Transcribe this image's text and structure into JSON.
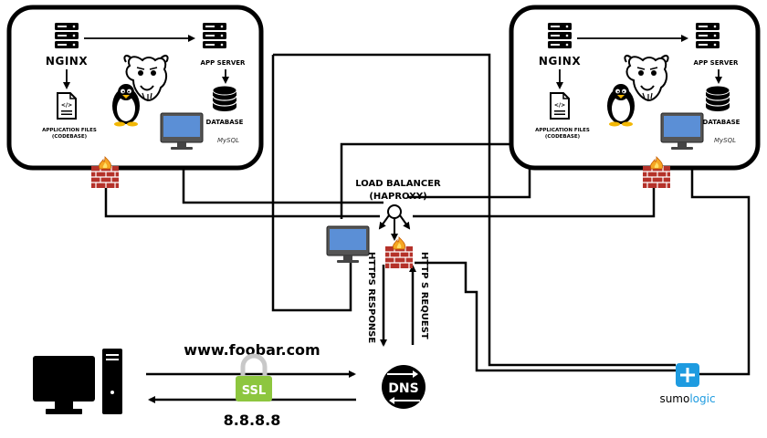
{
  "server_left": {
    "nginx_label": "NGINX",
    "app_server_label": "APP SERVER",
    "database_label": "DATABASE",
    "app_files_label": "APPLICATION   FILES",
    "codebase_label": "(CODEBASE)",
    "mysql_label": "MySQL"
  },
  "server_right": {
    "nginx_label": "NGINX",
    "app_server_label": "APP SERVER",
    "database_label": "DATABASE",
    "app_files_label": "APPLICATION   FILES",
    "codebase_label": "(CODEBASE)",
    "mysql_label": "MySQL"
  },
  "load_balancer": {
    "title": "LOAD BALANCER",
    "subtitle": "(HAPROXY)"
  },
  "https_response_label": "HTTPS  RESPONSE",
  "https_request_label": "HTTP S REQUEST",
  "domain_label": "www.foobar.com",
  "ip_label": "8.8.8.8",
  "ssl_label": "SSL",
  "dns_label": "DNS",
  "sumologic": {
    "name_prefix": "sumo",
    "name_suffix": "logic",
    "brand_color": "#1e9be0"
  },
  "colors": {
    "firewall_brick": "#b5322a",
    "flame": "#f5a623",
    "monitor_screen": "#5b8fd6",
    "ssl_green": "#8dc63f",
    "ssl_lock": "#c8c8c8"
  }
}
